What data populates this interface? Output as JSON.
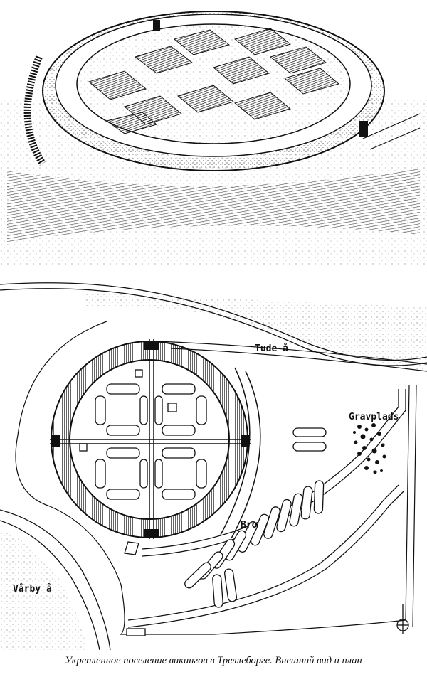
{
  "caption": "Укрепленное поселение викингов в Треллеборге. Внешний вид и план",
  "plan_labels": {
    "tude": "Tude å",
    "gravplads": "Gravplads",
    "bro": "Bro",
    "varby": "Vårby å"
  },
  "colors": {
    "ink": "#111111",
    "paper": "#ffffff",
    "stipple": "#555555"
  },
  "icons": {
    "north_arrow": "north-arrow-icon"
  }
}
